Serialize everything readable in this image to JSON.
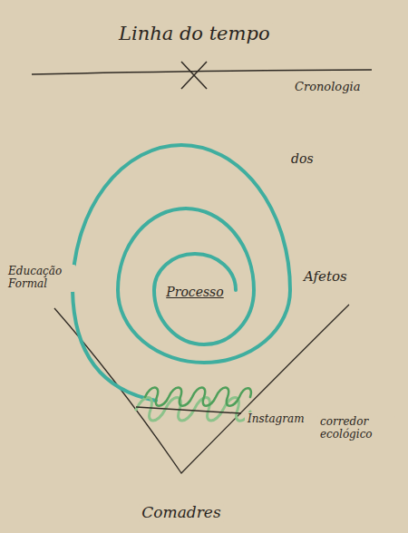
{
  "diagram": {
    "labels": [
      "Linha do tempo",
      "Cronologia",
      "dos",
      "Educação Formal",
      "Processo",
      "Afetos",
      "Instagram",
      "corredor ecológico",
      "Comadres"
    ]
  }
}
